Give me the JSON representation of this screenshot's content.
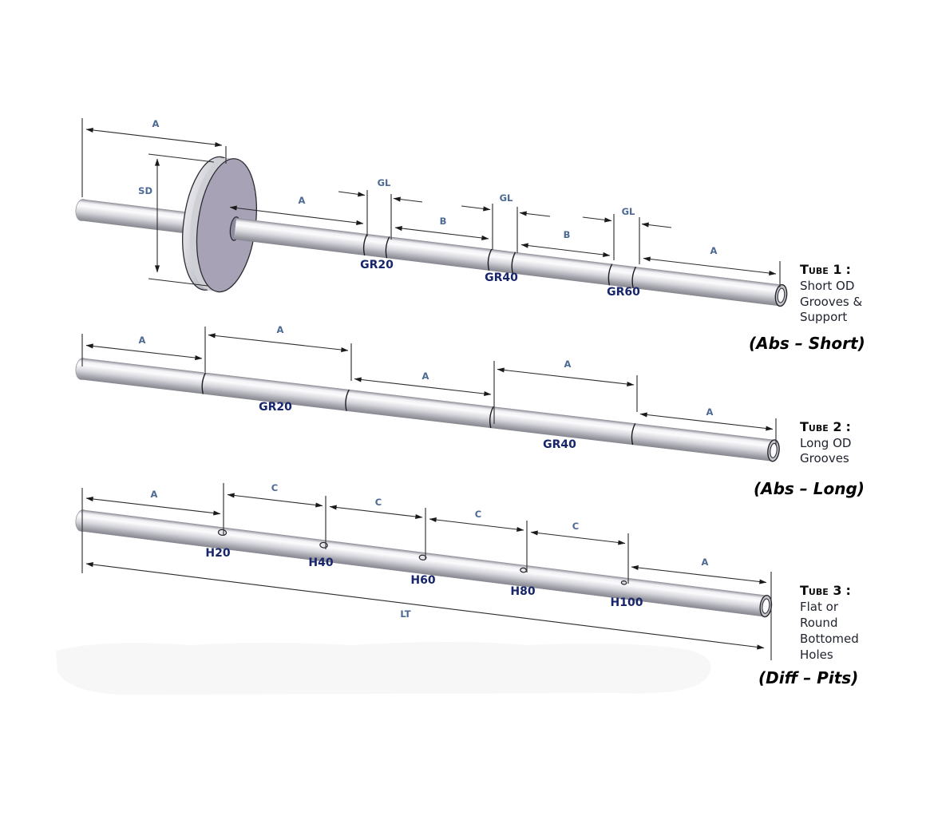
{
  "page": {
    "background": "#ffffff"
  },
  "dim_labels": {
    "A": "A",
    "B": "B",
    "C": "C",
    "GL": "GL",
    "SD": "SD",
    "LT": "LT"
  },
  "tubes": [
    {
      "id": "tube1",
      "grooves": [
        "GR20",
        "GR40",
        "GR60"
      ],
      "caption": {
        "heading": "Tube 1",
        "colon": ":",
        "lines": [
          "Short OD",
          "Grooves &",
          "Support"
        ],
        "note": "(Abs – Short)"
      }
    },
    {
      "id": "tube2",
      "grooves": [
        "GR20",
        "GR40"
      ],
      "caption": {
        "heading": "Tube 2",
        "colon": ":",
        "lines": [
          "Long OD",
          "Grooves"
        ],
        "note": "(Abs – Long)"
      }
    },
    {
      "id": "tube3",
      "holes": [
        "H20",
        "H40",
        "H60",
        "H80",
        "H100"
      ],
      "caption": {
        "heading": "Tube 3",
        "colon": ":",
        "lines": [
          "Flat or",
          "Round",
          "Bottomed",
          "Holes"
        ],
        "note": "(Diff – Pits)"
      }
    }
  ],
  "colors": {
    "dim_label": "#4d6a94",
    "feature_label": "#17256b",
    "caption_text": "#20242e",
    "heading_text": "#0d0d10",
    "note_text": "#000000",
    "disk_face": "#a7a2b6",
    "tube_highlight": "#fbfbfd",
    "tube_shadow": "#87878f",
    "line": "#2a2a2a"
  }
}
